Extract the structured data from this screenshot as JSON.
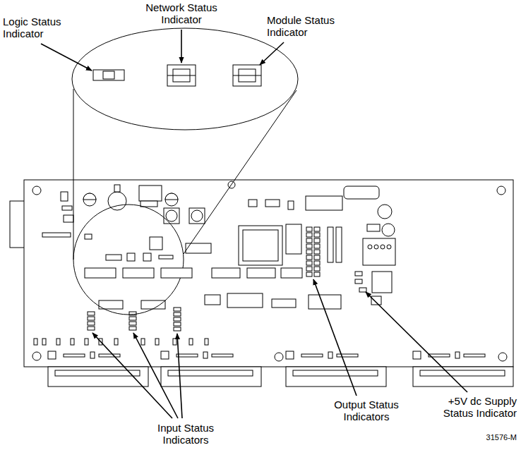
{
  "diagram": {
    "labels": [
      "Logic Status Indicator",
      "Network Status Indicator",
      "Module Status Indicator",
      "Output Status Indicators",
      "+5V dc Supply Status Indicator",
      "Input Status Indicators",
      "31576-M"
    ]
  }
}
